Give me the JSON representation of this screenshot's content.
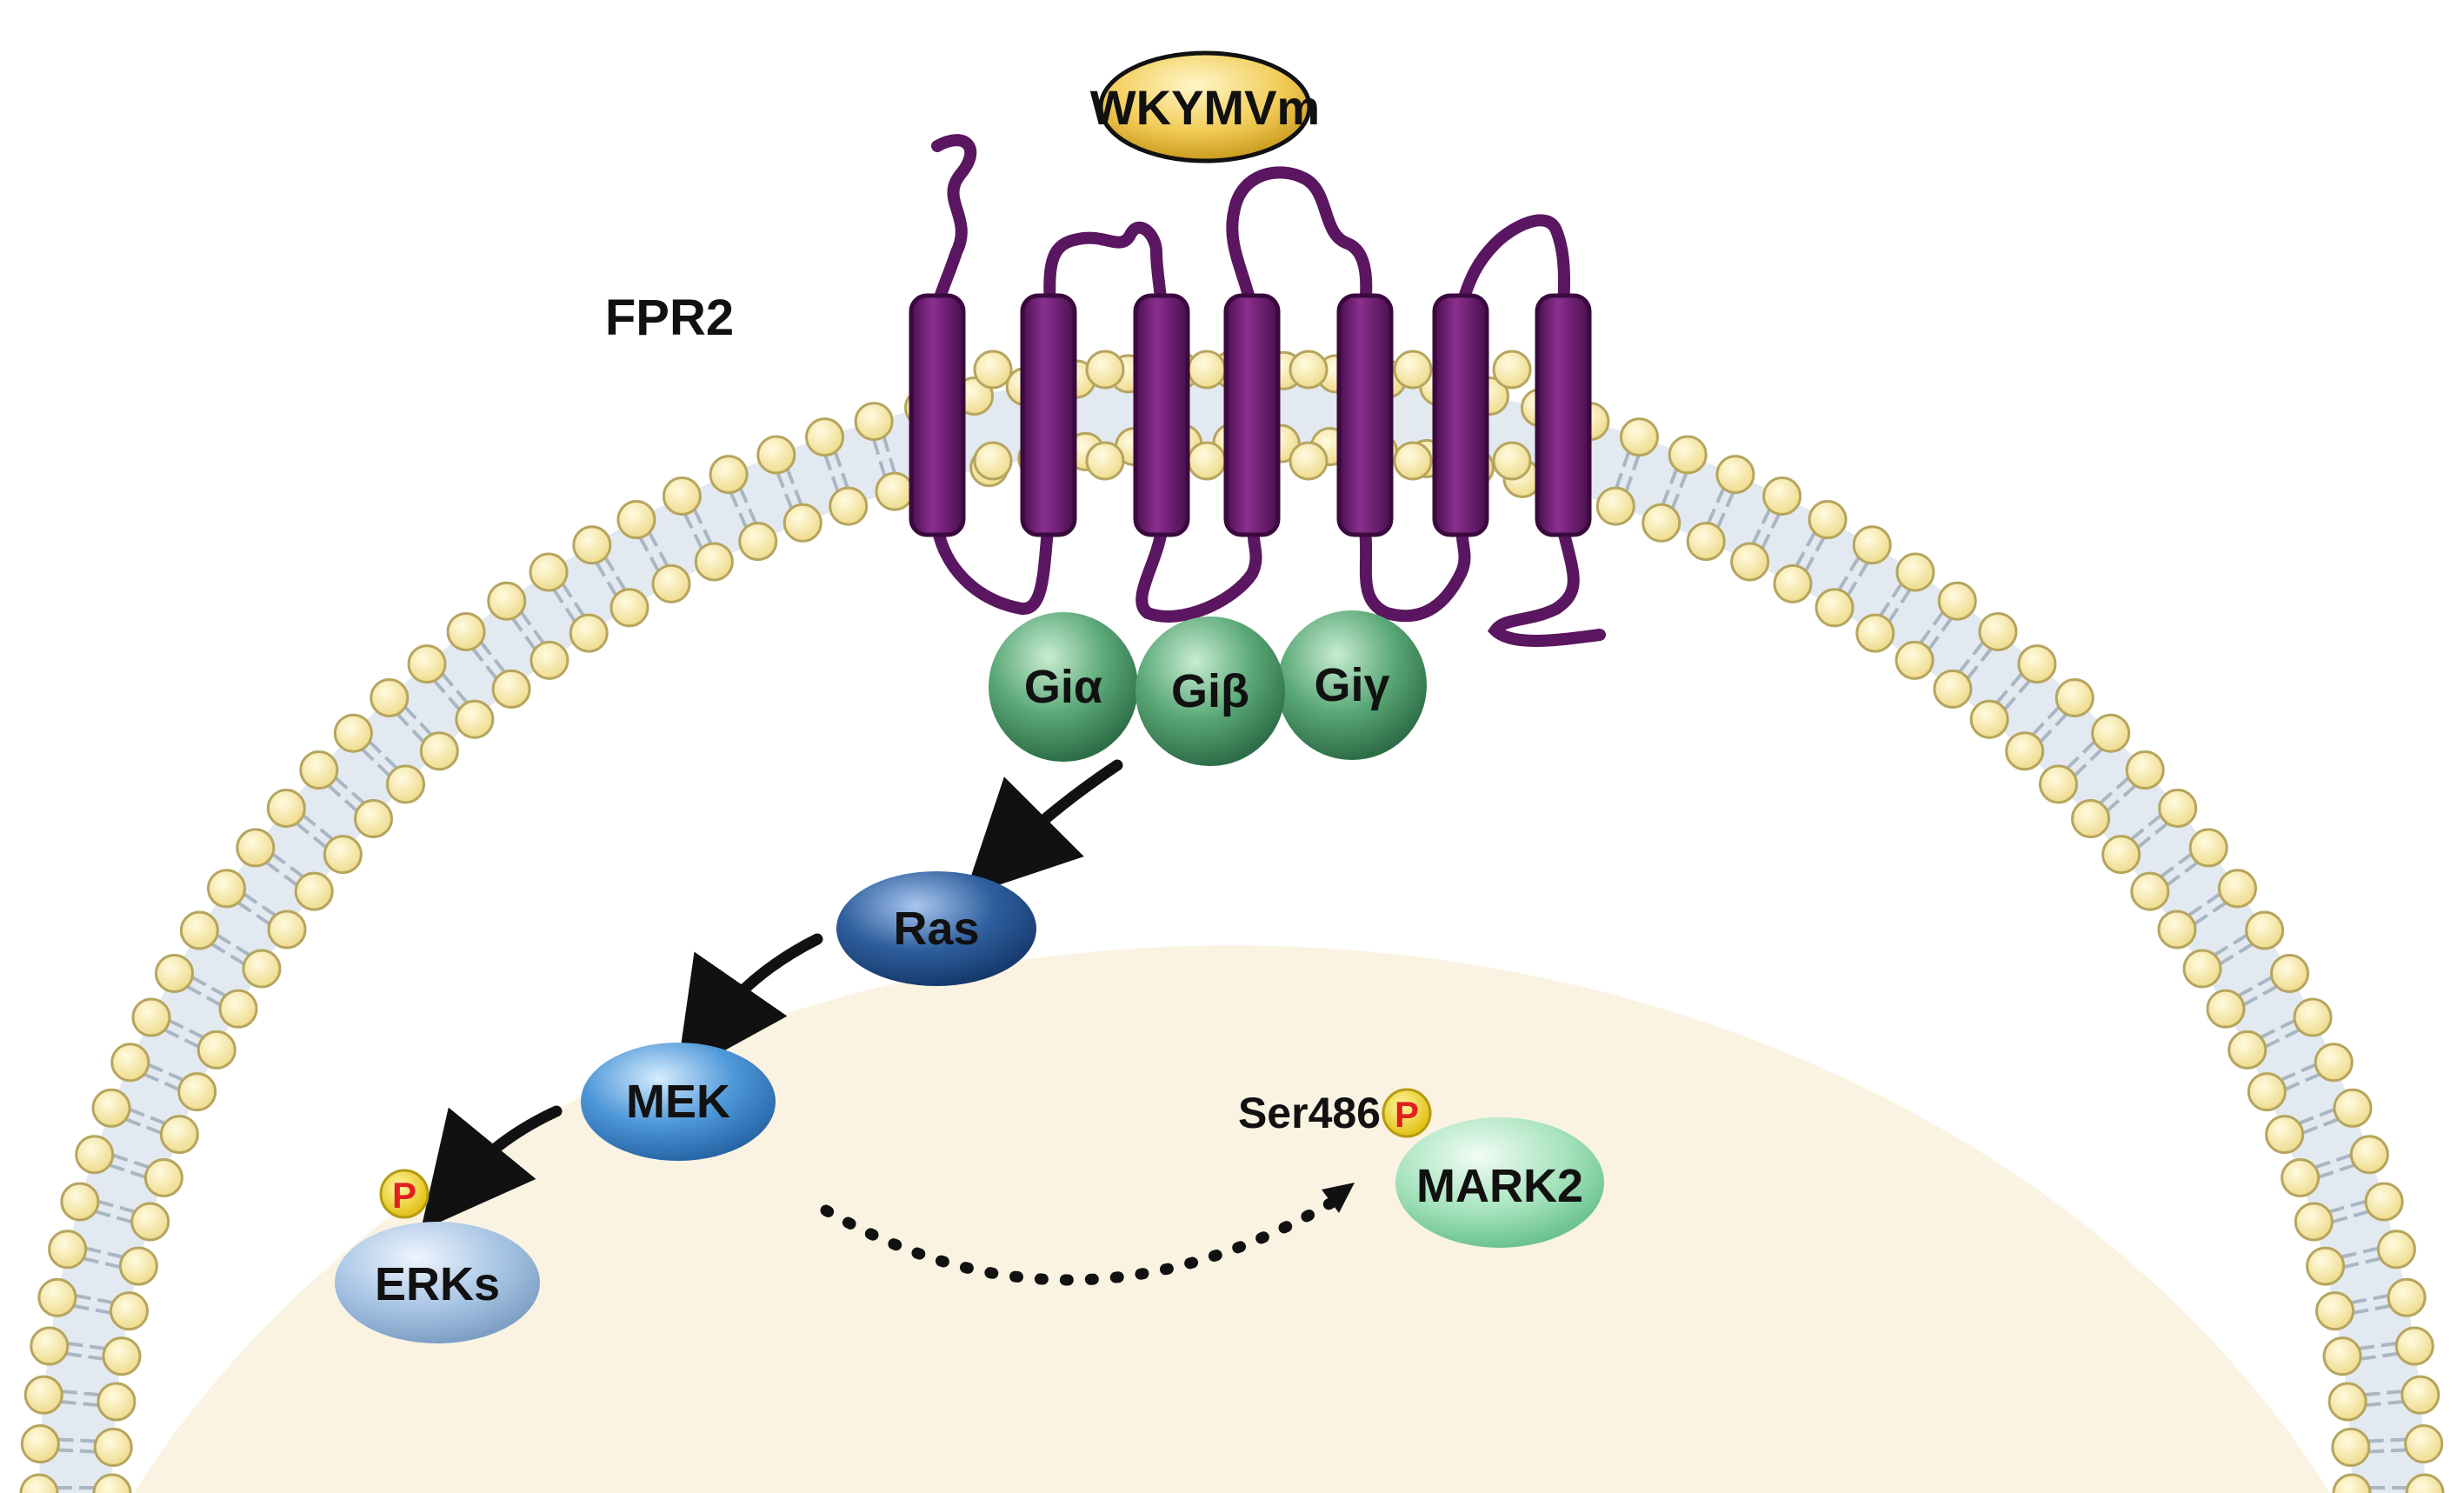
{
  "labels": {
    "ligand": "WKYMVm",
    "receptor": "FPR2",
    "gi_alpha": "Giα",
    "gi_beta": "Giβ",
    "gi_gamma": "Giγ",
    "ras": "Ras",
    "mek": "MEK",
    "erks": "ERKs",
    "mark2": "MARK2",
    "ser486": "Ser486",
    "phospho_erks": "P",
    "phospho_mark2": "P"
  },
  "colors": {
    "cytoplasm": "#fbf3e2",
    "phospholipid_head": "#f7eaa8",
    "phospholipid_outline": "#b6a55e",
    "lipid_tail": "#aeb9c6",
    "receptor": "#6b1b6e",
    "g_protein": "#5aa877",
    "ras": "#2f5f9e",
    "mek": "#4f98d8",
    "erks": "#a7c4e4",
    "mark2": "#a6e3bd",
    "ligand": "#f2cc58",
    "phospho_fill": "#e8cc1e",
    "phospho_text": "#e02020",
    "arrow": "#111111"
  }
}
